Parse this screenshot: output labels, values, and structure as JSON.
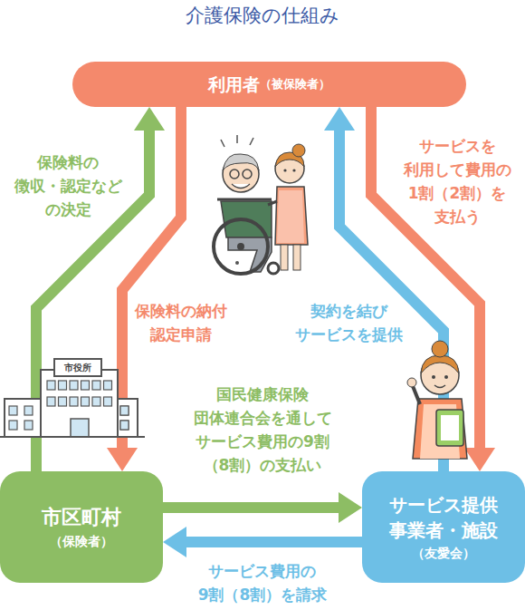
{
  "diagram": {
    "title": "介護保険の仕組み",
    "nodes": [
      {
        "text": [
          "利用者",
          "（被保険者）"
        ]
      },
      {
        "text": [
          "市区町村",
          "（保険者）"
        ]
      },
      {
        "text": [
          "サービス提供 事業者・施設",
          "（友愛会）"
        ]
      }
    ],
    "edges": [
      {
        "from": 1,
        "to": 0,
        "arrow": "to",
        "label": "保険料の 徴収・認定など の決定"
      },
      {
        "from": 0,
        "to": 1,
        "arrow": "to",
        "label": "保険料の納付 認定申請"
      },
      {
        "from": 0,
        "to": 2,
        "arrow": "to",
        "label": "サービスを 利用して費用の 1割（2割）を 支払う"
      },
      {
        "from": 2,
        "to": 0,
        "arrow": "to",
        "label": "契約を結び サービスを提供"
      },
      {
        "from": 1,
        "to": 2,
        "arrow": "to",
        "label": "国民健康保険 団体連合会を通して サービス費用の9割 （8割）の支払い"
      },
      {
        "from": 2,
        "to": 1,
        "arrow": "to",
        "label": "サービス費用の 9割（8割）を請求"
      }
    ],
    "labels": [
      "市役所"
    ]
  }
}
